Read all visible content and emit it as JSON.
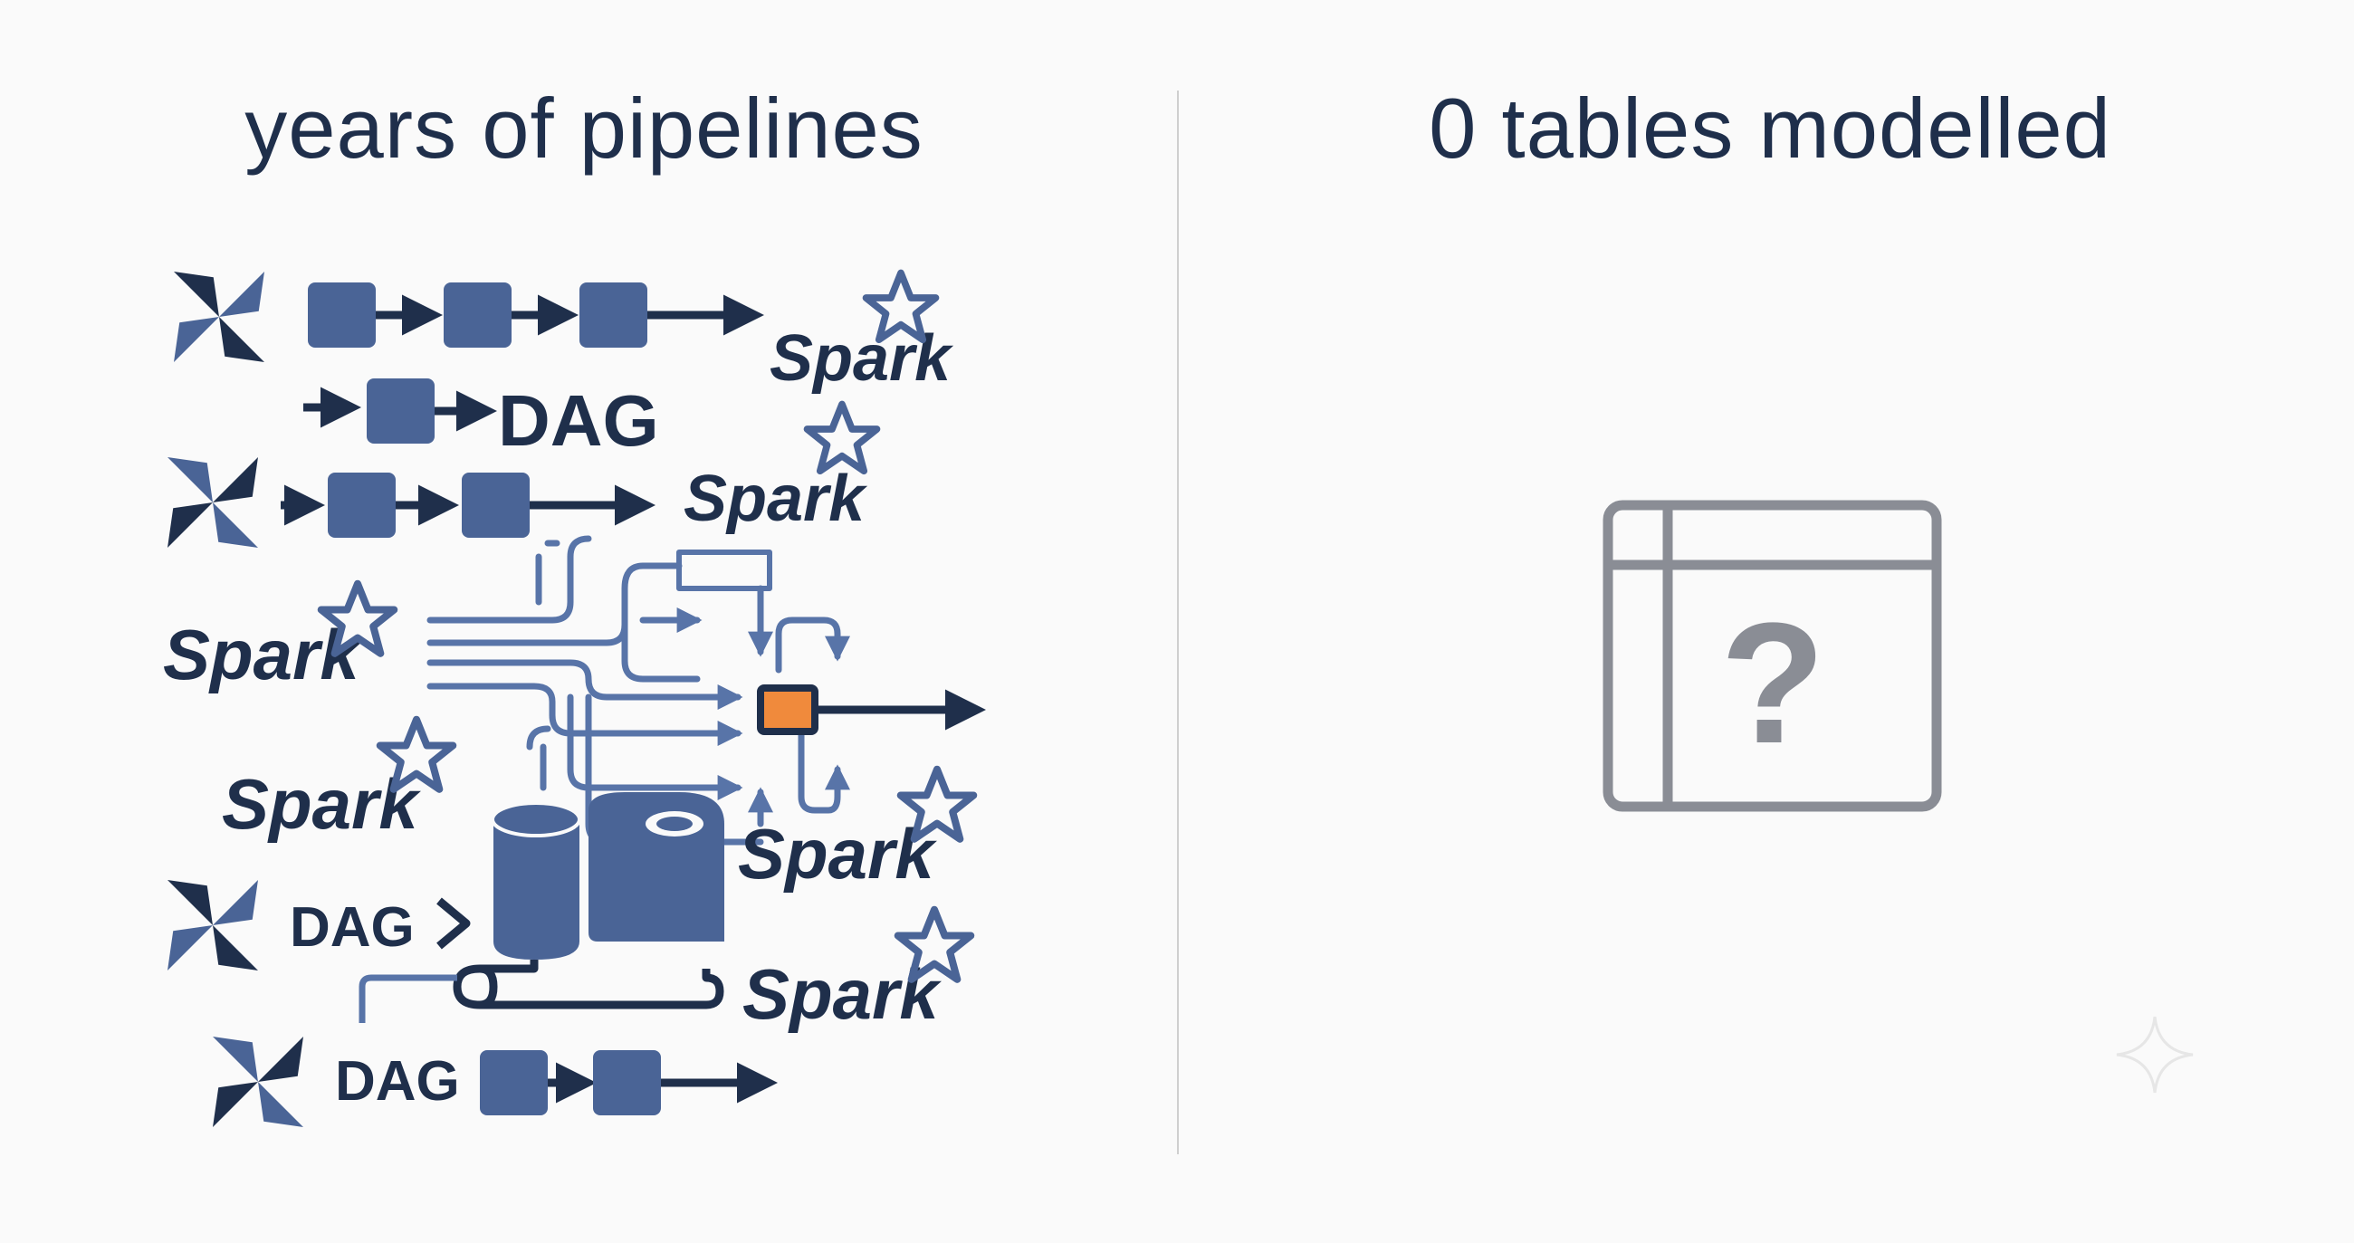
{
  "left_panel": {
    "title": "years of pipelines",
    "dag_label": "DAG",
    "spark_label": "Spark",
    "icons": [
      "pinwheel-icon",
      "spark-star-icon",
      "database-cylinder-icon",
      "scroll-icon",
      "arrow-right-icon"
    ]
  },
  "right_panel": {
    "title": "0 tables modelled",
    "icon": "empty-table-icon",
    "question_mark": "?"
  },
  "colors": {
    "navy": "#1f2f4b",
    "block_blue": "#4a6496",
    "line_blue": "#5874a8",
    "highlight_orange": "#f08a3c",
    "table_gray": "#8a8d95",
    "divider": "#cfcfcf",
    "background": "#fafafa"
  }
}
